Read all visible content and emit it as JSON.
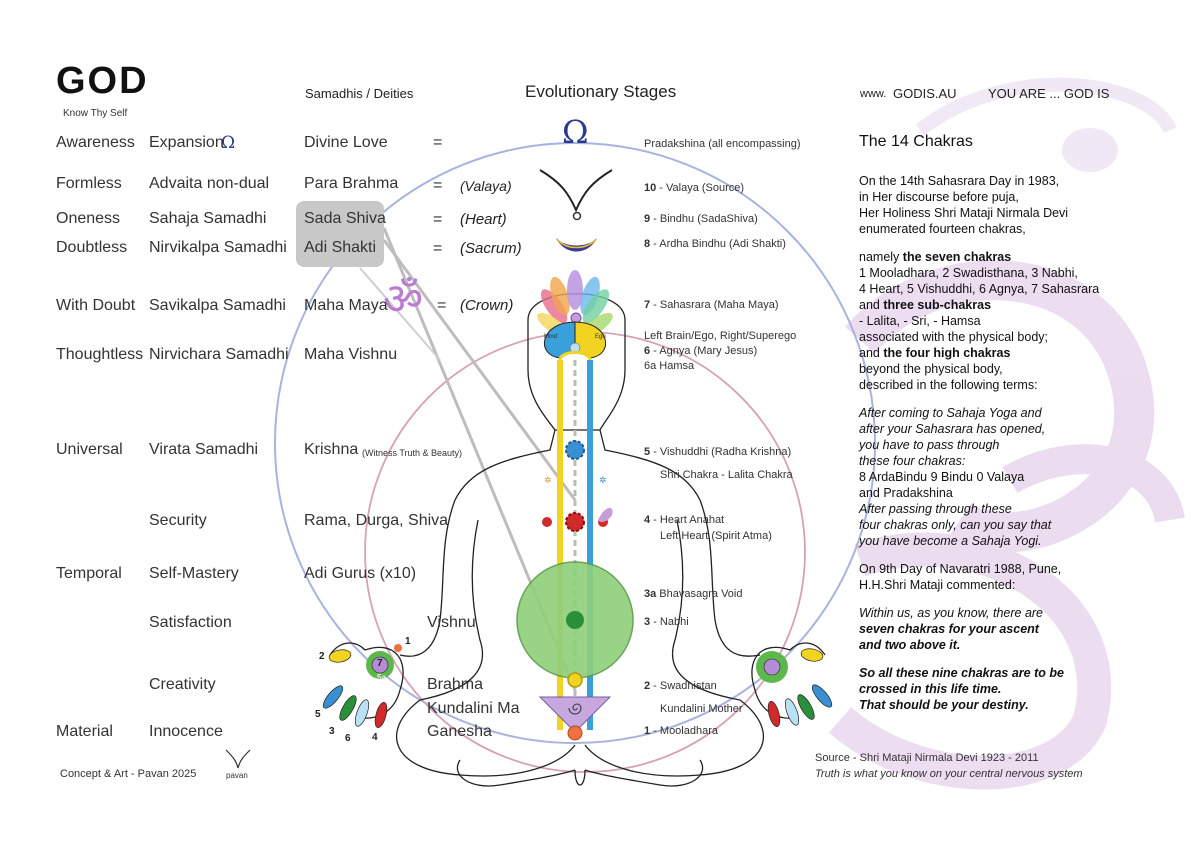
{
  "header": {
    "logo_text": "GOD",
    "tagline": "Know Thy Self",
    "col_samadhis": "Samadhis / Deities",
    "col_stages": "Evolutionary Stages",
    "website_prefix": "www.",
    "website": "GODIS.AU",
    "motto": "YOU ARE ... GOD IS"
  },
  "rows": [
    {
      "stage": "Awareness",
      "samadhi": "Expansion",
      "deity": "Divine Love",
      "eq": "=",
      "note": "",
      "chakra": "Pradakshina  (all encompassing)"
    },
    {
      "stage": "Formless",
      "samadhi": "Advaita non-dual",
      "deity": "Para Brahma",
      "eq": "=",
      "note": "(Valaya)",
      "num": "10",
      "chakra": " - Valaya (Source)"
    },
    {
      "stage": "Oneness",
      "samadhi": "Sahaja Samadhi",
      "deity": "Sada Shiva",
      "eq": "=",
      "note": "(Heart)",
      "num": "9",
      "chakra": " - Bindhu (SadaShiva)"
    },
    {
      "stage": "Doubtless",
      "samadhi": "Nirvikalpa Samadhi",
      "deity": "Adi Shakti",
      "eq": "=",
      "note": "(Sacrum)",
      "num": "8",
      "chakra": " - Ardha Bindhu (Adi Shakti)"
    },
    {
      "stage": "With Doubt",
      "samadhi": "Savikalpa Samadhi",
      "deity": "Maha Maya",
      "eq": "=",
      "note": "(Crown)",
      "num": "7",
      "chakra": " - Sahasrara (Maha Maya)"
    },
    {
      "stage": "Thoughtless",
      "samadhi": "Nirvichara Samadhi",
      "deity": "Maha Vishnu"
    },
    {
      "stage": "Universal",
      "samadhi": "Virata Samadhi",
      "deity": "Krishna",
      "deity_note": "(Witness Truth & Beauty)"
    },
    {
      "stage": "",
      "samadhi": "Security",
      "deity": "Rama, Durga, Shiva"
    },
    {
      "stage": "Temporal",
      "samadhi": "Self-Mastery",
      "deity": "Adi Gurus (x10)"
    },
    {
      "stage": "",
      "samadhi": "Satisfaction",
      "deity": "Vishnu"
    },
    {
      "stage": "",
      "samadhi": "Creativity",
      "deity": "Brahma",
      "deity2": "Kundalini Ma"
    },
    {
      "stage": "Material",
      "samadhi": "Innocence",
      "deity": "Ganesha"
    }
  ],
  "omega_symbol": "Ω",
  "om_symbol": "ॐ",
  "chakra_labels": {
    "agnya_top": "Left Brain/Ego,  Right/Superego",
    "agnya_num": "6",
    "agnya": " - Agnya (Mary Jesus)",
    "hamsa": "6a Hamsa",
    "vishuddhi_num": "5",
    "vishuddhi": " - Vishuddhi (Radha Krishna)",
    "vishuddhi_sub": "Shri Chakra  -  Lalita Chakra",
    "heart_num": "4",
    "heart": " - Heart Anahat",
    "heart_sub": "Left  Heart  (Spirit Atma)",
    "void_num": "3a",
    "void": " Bhavasagra Void",
    "nabhi_num": "3",
    "nabhi": " - Nabhi",
    "swadhistan_num": "2",
    "swadhistan": " - Swadhistan",
    "kundalini": "Kundalini Mother",
    "mooladhara_num": "1",
    "mooladhara": " - Mooladhara",
    "mind": "Mind",
    "ego": "Ego"
  },
  "hand_numbers": [
    "1",
    "2",
    "3",
    "4",
    "5",
    "6",
    "7",
    "5a"
  ],
  "right_panel": {
    "title": "The 14 Chakras",
    "p1": [
      "On the 14th Sahasrara Day in 1983,",
      "in Her discourse before puja,",
      "Her Holiness Shri Mataji Nirmala Devi",
      "enumerated fourteen chakras,"
    ],
    "p2_lead": "namely ",
    "p2_bold": "the seven chakras",
    "p2_lines": [
      "1 Mooladhara, 2 Swadisthana, 3 Nabhi,",
      "4 Heart, 5 Vishuddhi, 6 Agnya, 7 Sahasrara"
    ],
    "p2_and": "and ",
    "p2_bold2": "three sub-chakras",
    "p2_lines2": [
      "- Lalita, - Sri, - Hamsa",
      "associated with the physical body;"
    ],
    "p2_and2": "and ",
    "p2_bold3": "the four high chakras",
    "p2_lines3": [
      "beyond the physical body,",
      "described in the following terms:"
    ],
    "p3_italic": [
      "After coming to Sahaja Yoga and",
      "after your Sahasrara has opened,",
      "you have to pass through",
      "these four chakras:"
    ],
    "p3_plain": [
      "8 ArdaBindu 9 Bindu 0 Valaya",
      "and Pradakshina"
    ],
    "p3_italic2": [
      "After passing through these",
      "four chakras only,  can you say that",
      "you have become a Sahaja Yogi."
    ],
    "p4": [
      "On 9th Day of Navaratri 1988,  Pune,",
      "H.H.Shri Mataji commented:"
    ],
    "p5_italic": "Within us, as you know, there are",
    "p5_bold": [
      "seven chakras for your ascent",
      "and two above it."
    ],
    "p6_bold": [
      "So all these nine chakras are to be",
      "crossed in this life time.",
      "That should be your destiny."
    ]
  },
  "footer": {
    "concept": "Concept & Art  -  Pavan 2025",
    "signature": "pavan",
    "source": "Source - Shri Mataji Nirmala Devi   1923 - 2011",
    "truth": "Truth is what you know on your central nervous system"
  },
  "colors": {
    "omega_blue": "#2b3a8c",
    "big_circle": "#a9b3dc",
    "pink_circle": "#d9a4b8",
    "om_purple": "#b97ccf",
    "green": "#5cb84a",
    "yellow": "#f2d321",
    "blue": "#3a8fd0",
    "red": "#d02a2a"
  }
}
